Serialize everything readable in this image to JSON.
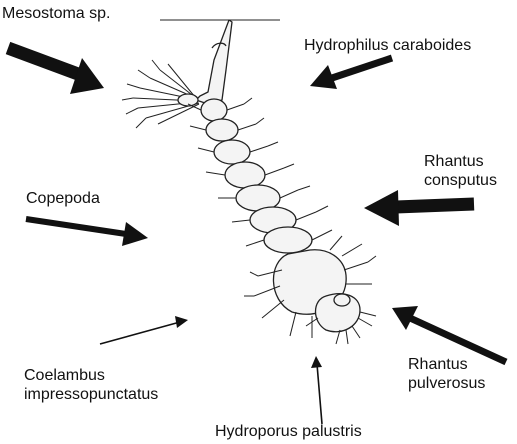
{
  "colors": {
    "ink": "#111111",
    "background": "#ffffff",
    "line_art": "#222222"
  },
  "labels": {
    "mesostoma": "Mesostoma sp.",
    "hydrophilus": "Hydrophilus caraboides",
    "rhantus_consputus": [
      "Rhantus",
      "consputus"
    ],
    "copepoda": "Copepoda",
    "coelambus": [
      "Coelambus",
      "impressopunctatus"
    ],
    "rhantus_pulverosus": [
      "Rhantus",
      "pulverosus"
    ],
    "hydroporus": "Hydroporus palustris"
  },
  "arrows": [
    {
      "id": "mesostoma",
      "weight": "heavy"
    },
    {
      "id": "hydrophilus",
      "weight": "medium"
    },
    {
      "id": "rhantus_consputus",
      "weight": "heavy"
    },
    {
      "id": "copepoda",
      "weight": "medium"
    },
    {
      "id": "coelambus",
      "weight": "thin"
    },
    {
      "id": "rhantus_pulverosus",
      "weight": "medium"
    },
    {
      "id": "hydroporus",
      "weight": "thin"
    }
  ],
  "illustration": {
    "subject": "mosquito-larva-drawing"
  }
}
